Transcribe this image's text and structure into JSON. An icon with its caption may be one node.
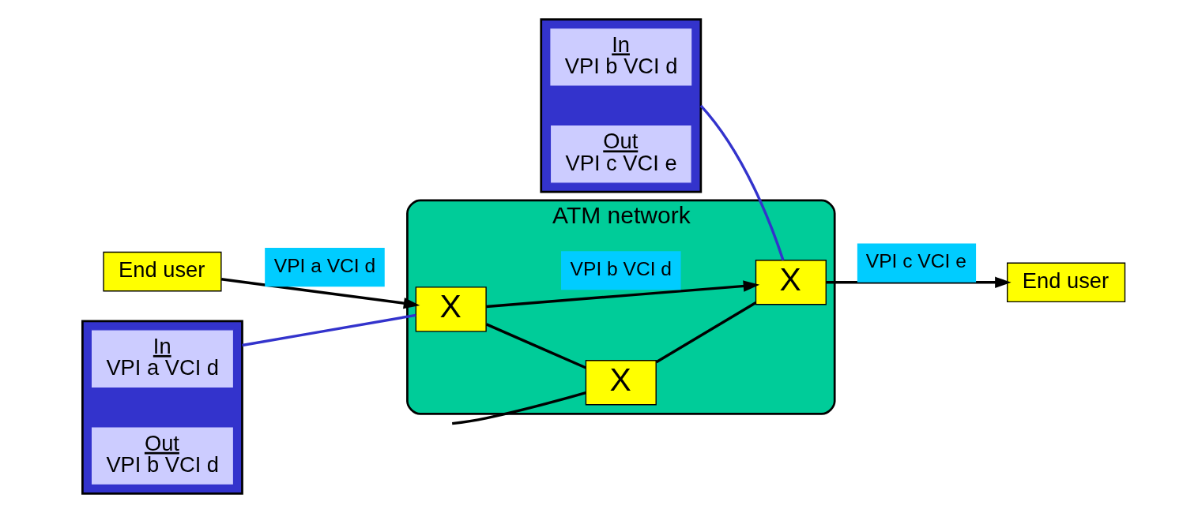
{
  "diagram": {
    "nodes": [
      {
        "text": [
          "ATM network"
        ]
      },
      {
        "text": [
          "End user"
        ]
      },
      {
        "text": [
          "X"
        ],
        "in": 0
      },
      {
        "text": [
          "X"
        ],
        "in": 0
      },
      {
        "text": [
          "X"
        ],
        "in": 0
      },
      {
        "text": [
          "End user"
        ]
      },
      {
        "text": [],
        "shape": "box"
      },
      {
        "text": [
          "In",
          "VPI a VCI d"
        ],
        "in": 6
      },
      {
        "text": [
          "Out",
          "VPI b VCI d"
        ],
        "in": 6
      },
      {
        "text": [],
        "shape": "box"
      },
      {
        "text": [
          "In",
          "VPI b VCI d"
        ],
        "in": 9
      },
      {
        "text": [
          "Out",
          "VPI c VCI e"
        ],
        "in": 9
      }
    ],
    "edges": [
      {
        "from": 1,
        "to": 2,
        "arrow": "to",
        "label": "VPI a VCI d"
      },
      {
        "from": 2,
        "to": 4,
        "arrow": "to",
        "label": "VPI b VCI d"
      },
      {
        "from": 4,
        "to": 5,
        "arrow": "to",
        "label": "VPI c VCI e"
      },
      {
        "from": 2,
        "to": 3,
        "arrow": "none"
      },
      {
        "from": 3,
        "to": 4,
        "arrow": "none"
      },
      {
        "from": null,
        "to": 3,
        "arrow": "none"
      },
      {
        "from": 6,
        "to": 2,
        "arrow": "none",
        "color": "#3333cc"
      },
      {
        "from": 9,
        "to": 4,
        "arrow": "none",
        "color": "#3333cc"
      }
    ]
  }
}
